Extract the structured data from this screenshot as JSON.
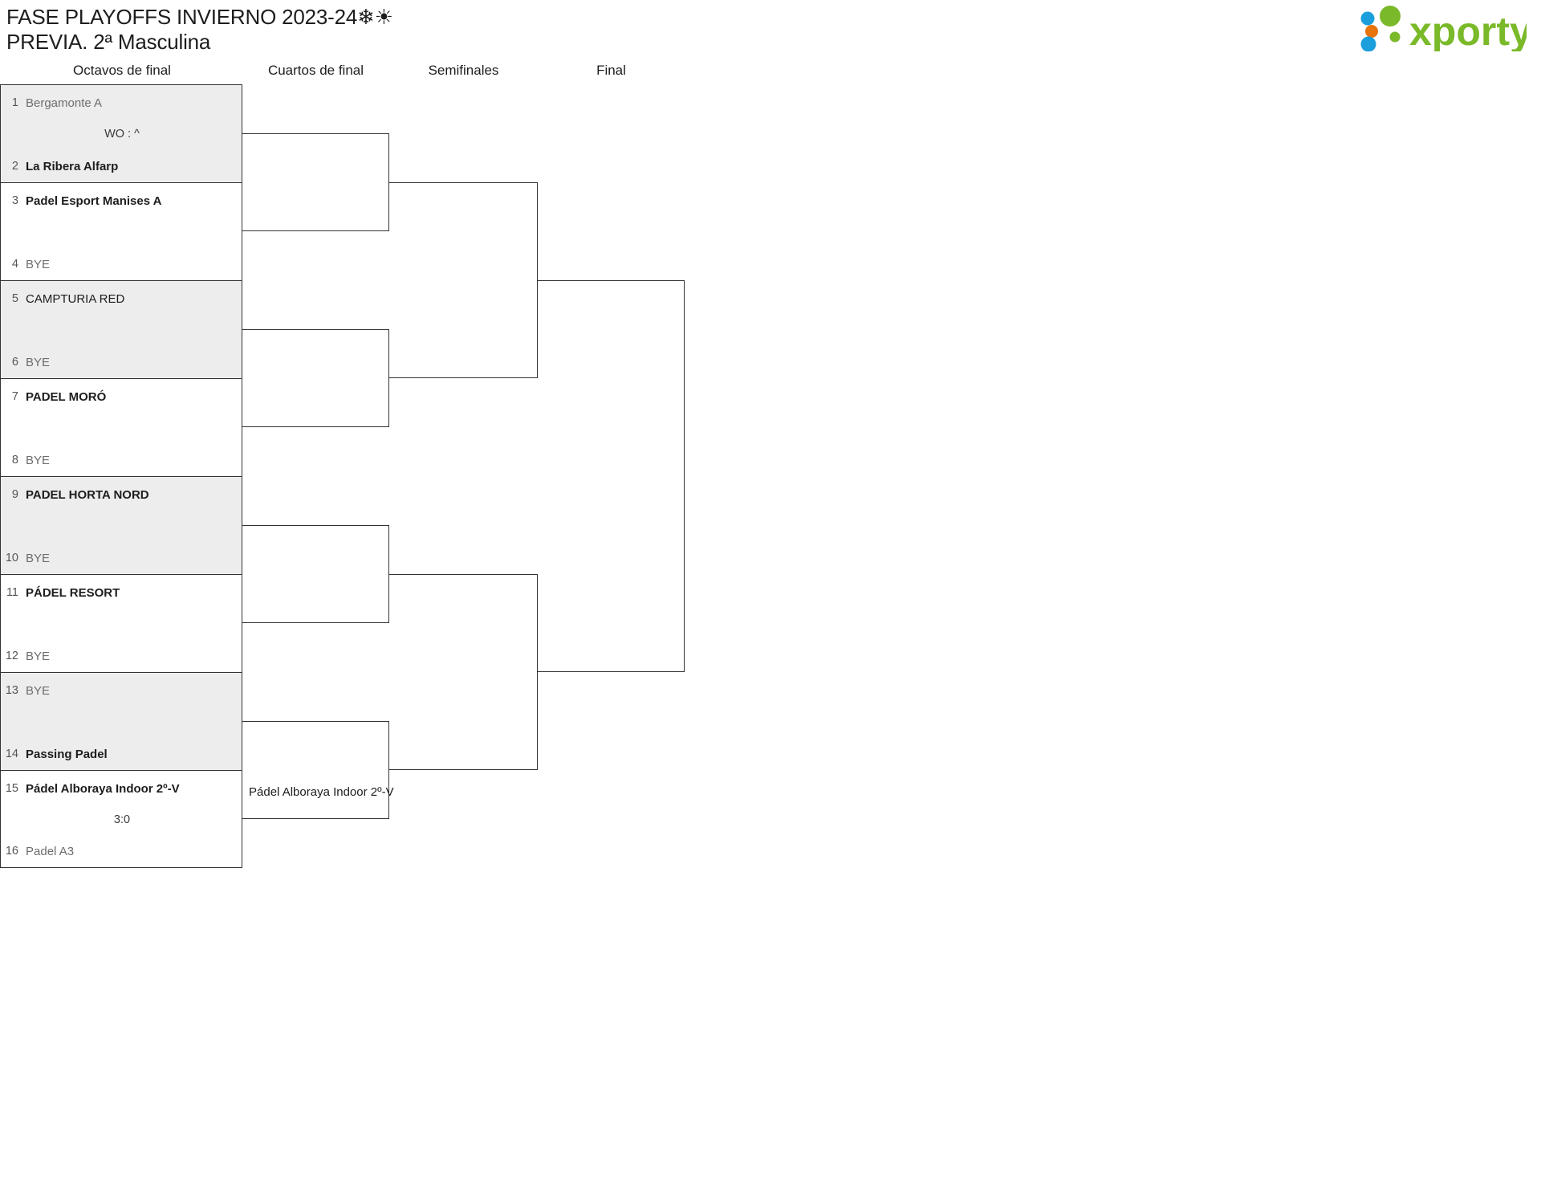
{
  "header": {
    "title": "FASE PLAYOFFS INVIERNO 2023-24❄☀\nPREVIA. 2ª Masculina",
    "logo_text": "xporty",
    "logo_colors": {
      "green": "#7ab929",
      "blue": "#1a9fdc",
      "orange": "#e8740c"
    }
  },
  "rounds": [
    {
      "label": "Octavos de final"
    },
    {
      "label": "Cuartos de final"
    },
    {
      "label": "Semifinales"
    },
    {
      "label": "Final"
    }
  ],
  "colors": {
    "shaded_row": "#ededed",
    "plain_row": "#ffffff",
    "border": "#333333",
    "winner_text": "#1d1d1d",
    "loser_text": "#6d6d6d"
  },
  "round1_matches": [
    {
      "shaded": true,
      "score": "WO : ^",
      "top": {
        "seed": "1",
        "name": "Bergamonte A",
        "state": "lose"
      },
      "bottom": {
        "seed": "2",
        "name": "La Ribera Alfarp",
        "state": "win"
      }
    },
    {
      "shaded": false,
      "score": "",
      "top": {
        "seed": "3",
        "name": "Padel Esport Manises A",
        "state": "win"
      },
      "bottom": {
        "seed": "4",
        "name": "BYE",
        "state": "bye"
      }
    },
    {
      "shaded": true,
      "score": "",
      "top": {
        "seed": "5",
        "name": "CAMPTURIA RED",
        "state": "normal"
      },
      "bottom": {
        "seed": "6",
        "name": "BYE",
        "state": "bye"
      }
    },
    {
      "shaded": false,
      "score": "",
      "top": {
        "seed": "7",
        "name": "PADEL MORÓ",
        "state": "win"
      },
      "bottom": {
        "seed": "8",
        "name": "BYE",
        "state": "bye"
      }
    },
    {
      "shaded": true,
      "score": "",
      "top": {
        "seed": "9",
        "name": "PADEL HORTA NORD",
        "state": "win"
      },
      "bottom": {
        "seed": "10",
        "name": "BYE",
        "state": "bye"
      }
    },
    {
      "shaded": false,
      "score": "",
      "top": {
        "seed": "11",
        "name": "PÁDEL RESORT",
        "state": "win"
      },
      "bottom": {
        "seed": "12",
        "name": "BYE",
        "state": "bye"
      }
    },
    {
      "shaded": true,
      "score": "",
      "top": {
        "seed": "13",
        "name": "BYE",
        "state": "bye"
      },
      "bottom": {
        "seed": "14",
        "name": "Passing Padel",
        "state": "win"
      }
    },
    {
      "shaded": false,
      "score": "3:0",
      "top": {
        "seed": "15",
        "name": "Pádel Alboraya Indoor 2º-V",
        "state": "win"
      },
      "bottom": {
        "seed": "16",
        "name": "Padel A3",
        "state": "lose"
      }
    }
  ],
  "round2_entries": [
    {
      "name": ""
    },
    {
      "name": ""
    },
    {
      "name": ""
    },
    {
      "name": "Pádel Alboraya Indoor 2º-V"
    }
  ],
  "round3_entries": [
    {
      "name": ""
    },
    {
      "name": ""
    }
  ],
  "round4_entries": [
    {
      "name": ""
    }
  ]
}
